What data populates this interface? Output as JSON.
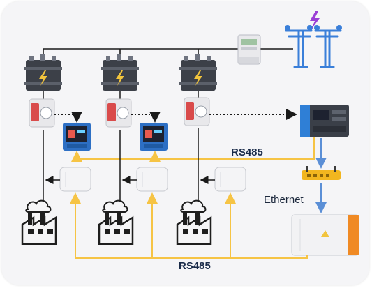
{
  "labels": {
    "rs485_upper": "RS485",
    "rs485_lower": "RS485",
    "ethernet": "Ethernet"
  },
  "colors": {
    "rs485_line": "#f6c445",
    "ethernet_line": "#5b8fd6",
    "power_line": "#1a1a1a",
    "pylon": "#3a7fd9",
    "lightning": "#9b3fd6",
    "controller_accent": "#2f7fd6",
    "hybrid_inverter_accent": "#f08a24",
    "router": "#f2b61f"
  },
  "icons": {
    "pylon": "power-pylon-icon",
    "meter": "energy-meter-icon",
    "transformer": "transformer-icon",
    "ct": "current-transformer-icon",
    "power_meter": "power-quality-meter-icon",
    "inverter": "pv-inverter-icon",
    "factory": "factory-icon",
    "controller": "data-logger-icon",
    "router": "ethernet-switch-icon"
  }
}
